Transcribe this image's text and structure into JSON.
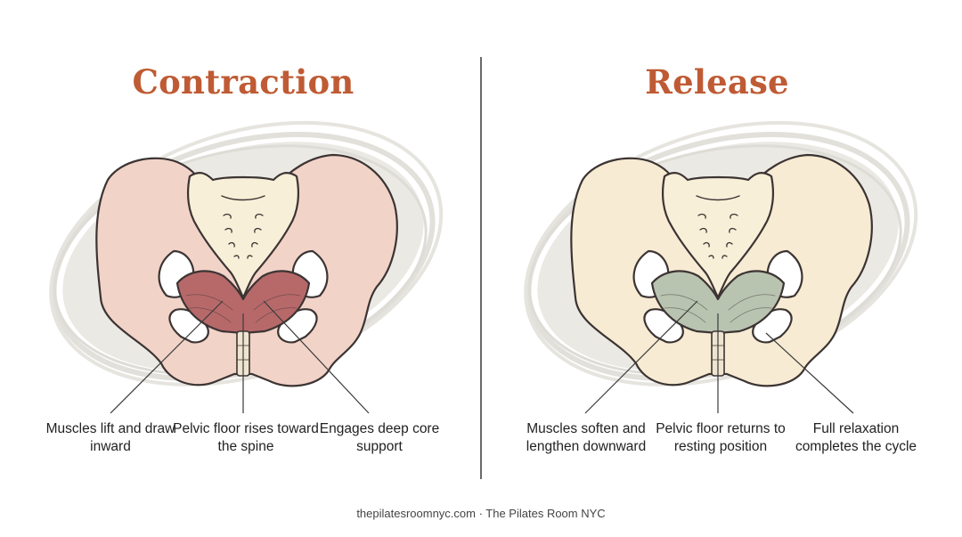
{
  "panels": {
    "left": {
      "title": "Contraction",
      "labels": [
        "Muscles lift and draw inward",
        "Pelvic floor rises toward the spine",
        "Engages deep core support"
      ]
    },
    "right": {
      "title": "Release",
      "labels": [
        "Muscles soften and lengthen downward",
        "Pelvic floor returns to resting position",
        "Full relaxation completes the cycle"
      ]
    }
  },
  "footer": "thepilatesroomnyc.com · The Pilates Room NYC",
  "colors": {
    "title": "#bf5b34",
    "contraction_bone": "#f2d3c8",
    "contraction_muscle": "#b7696a",
    "release_bone": "#f7ebd3",
    "release_muscle": "#b9c4b0",
    "sacrum": "#f8efd8",
    "backdrop": "#e9e7e2"
  }
}
